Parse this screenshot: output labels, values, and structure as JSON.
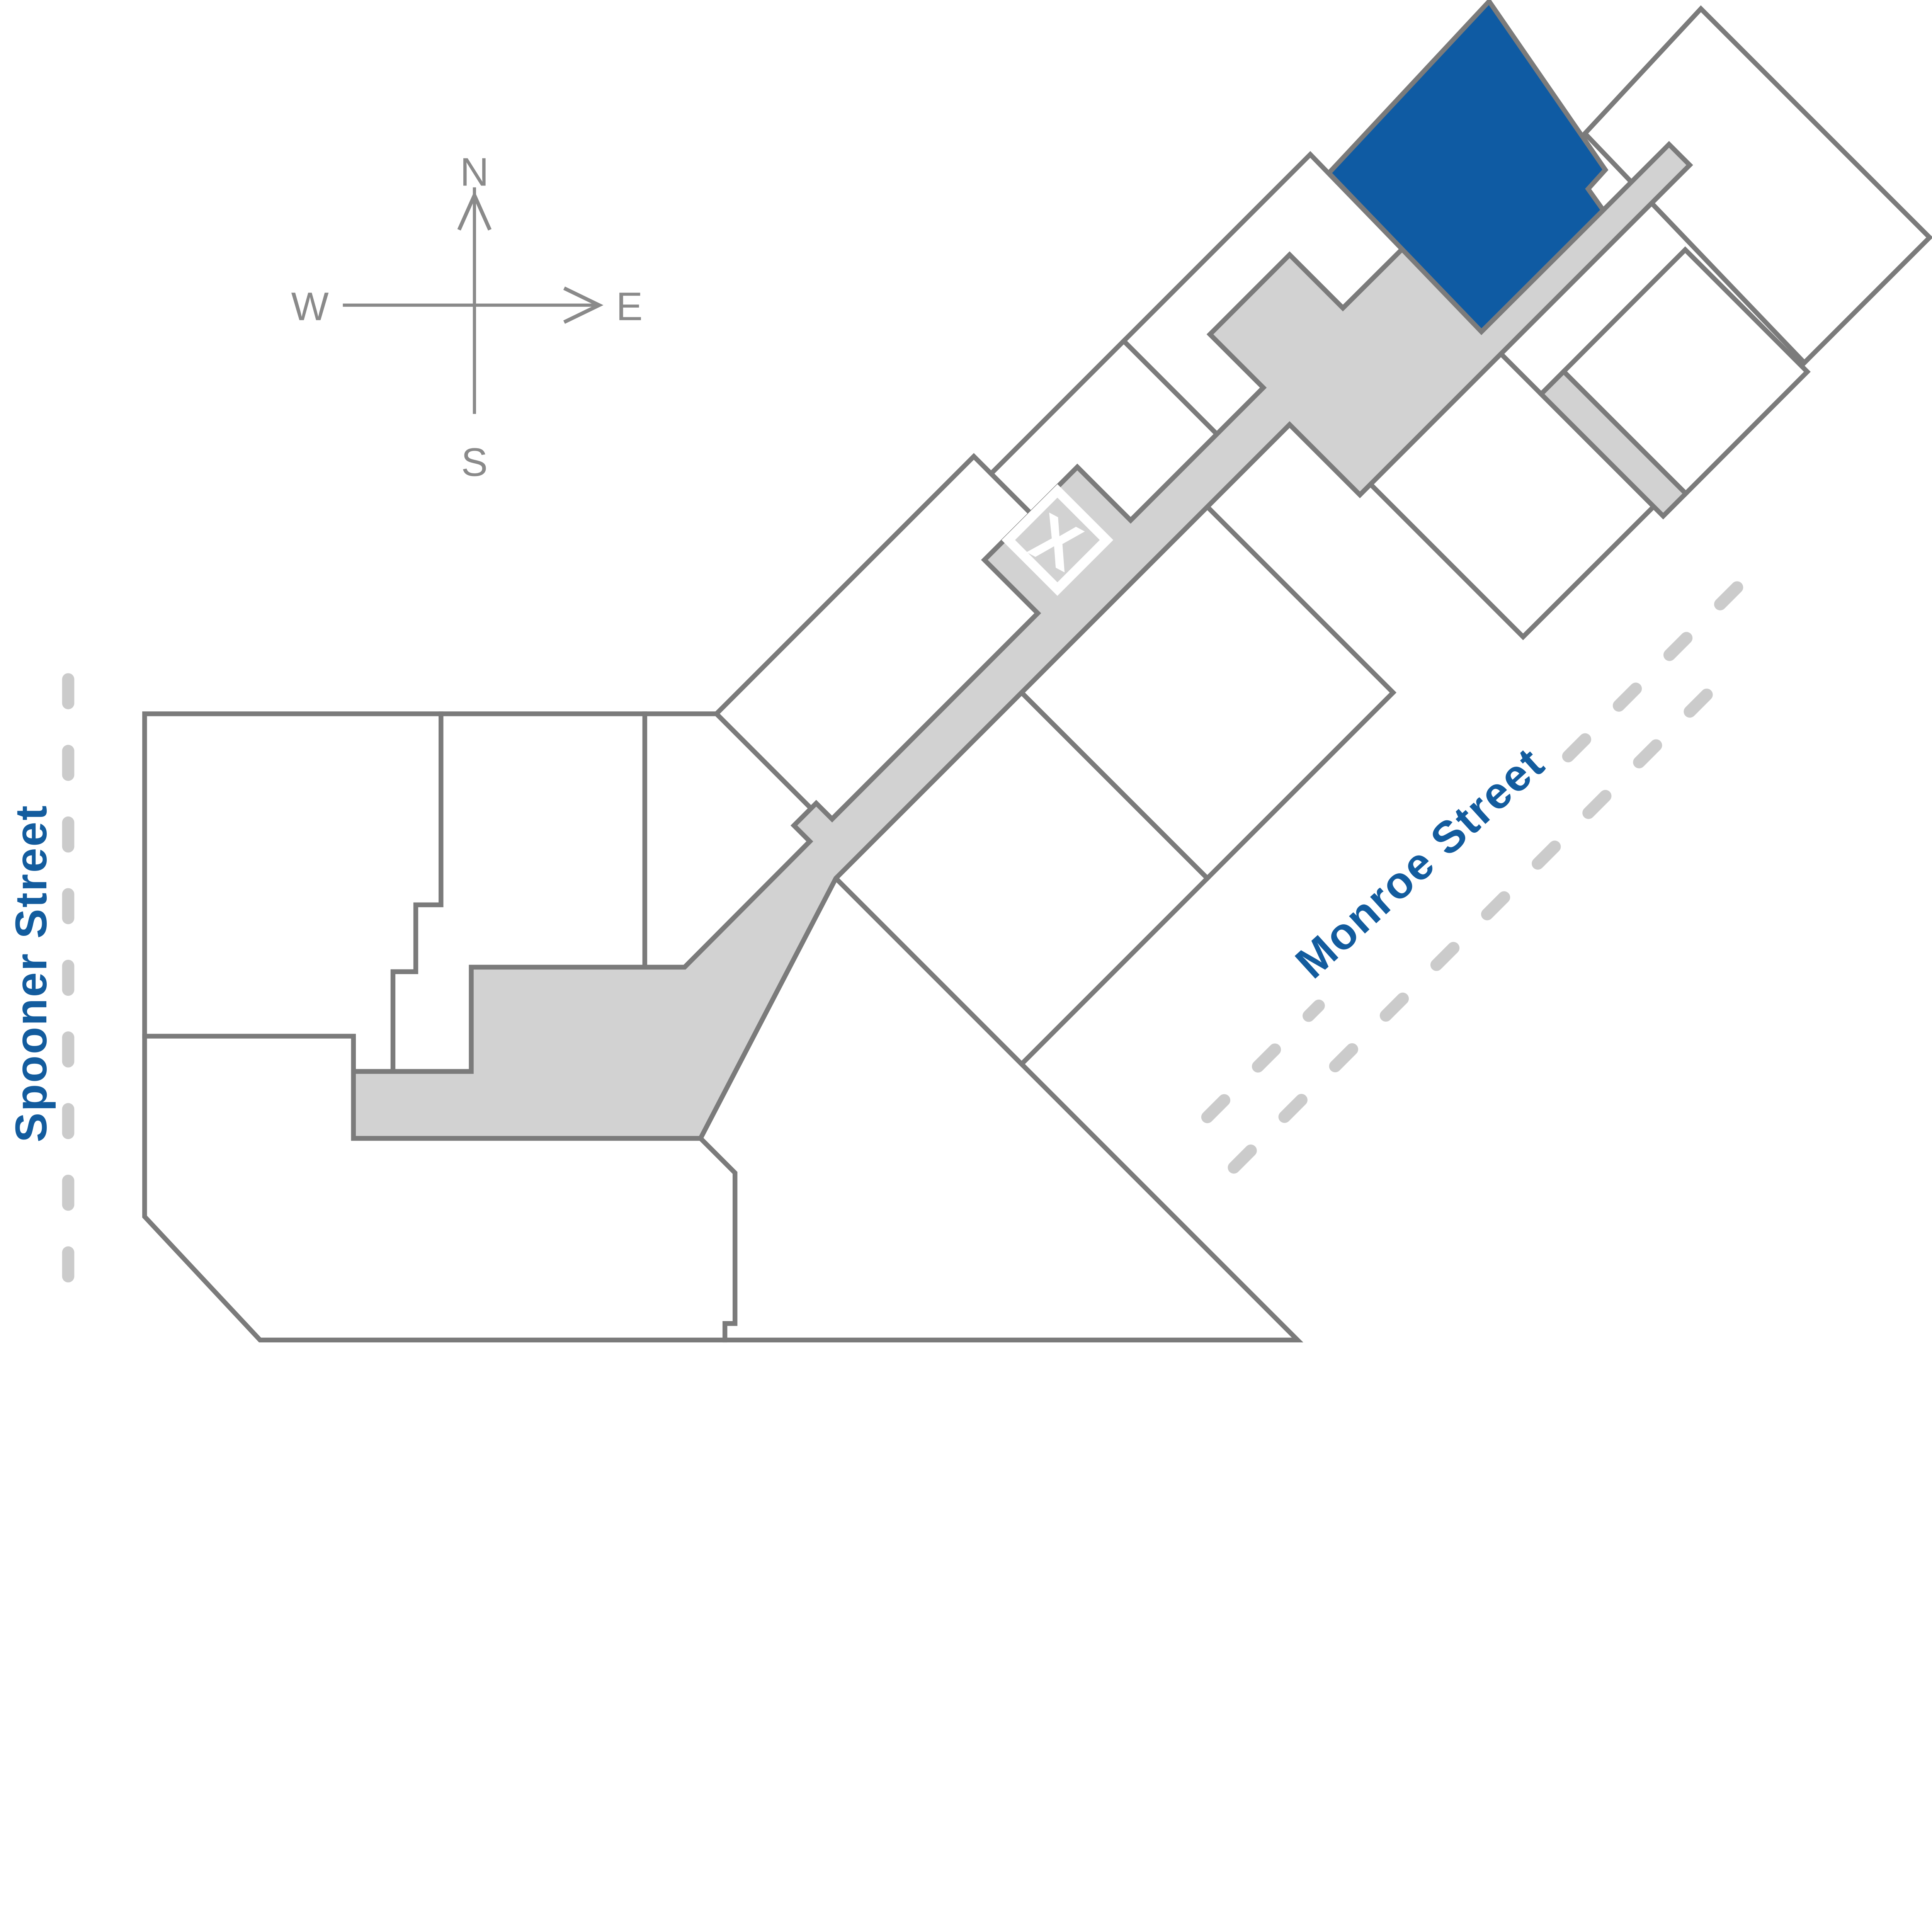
{
  "compass": {
    "north": "N",
    "east": "E",
    "south": "S",
    "west": "W"
  },
  "streets": {
    "spooner": "Spooner Street",
    "monroe": "Monroe Street"
  },
  "marker": {
    "label": "X"
  },
  "colors": {
    "highlight": "#0f5ba3",
    "walkway": "#d2d2d2",
    "outline": "#7b7b7b",
    "street_label": "#135c9e",
    "dashed_line": "#cbcbcb",
    "compass": "#8a8a8a",
    "marker_box": "#d2d2d2",
    "marker_glyph": "#ffffff"
  }
}
